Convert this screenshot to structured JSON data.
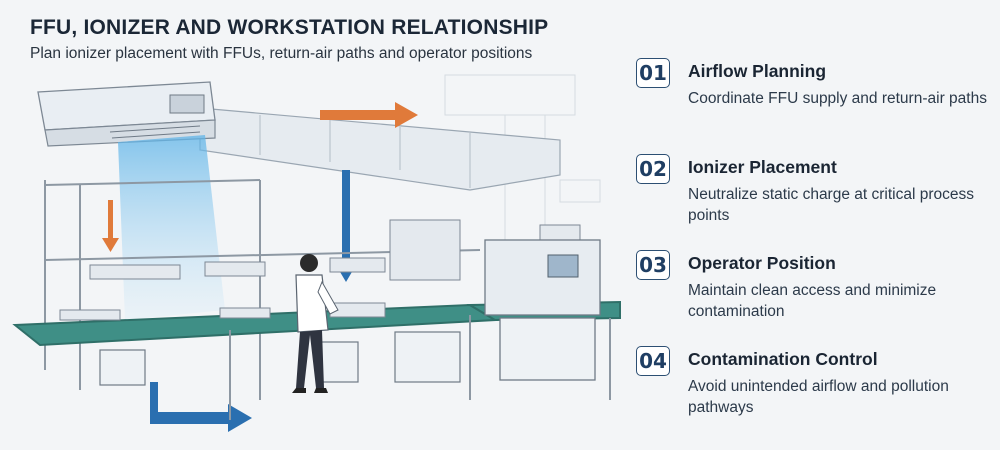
{
  "header": {
    "title": "FFU, IONIZER AND WORKSTATION RELATIONSHIP",
    "subtitle": "Plan ionizer placement with FFUs, return-air paths and operator positions"
  },
  "steps": [
    {
      "number": "01",
      "title": "Airflow Planning",
      "description": "Coordinate FFU supply and return-air paths"
    },
    {
      "number": "02",
      "title": "Ionizer Placement",
      "description": "Neutralize static charge at critical process points"
    },
    {
      "number": "03",
      "title": "Operator Position",
      "description": "Maintain clean access and minimize contamination"
    },
    {
      "number": "04",
      "title": "Contamination Control",
      "description": "Avoid unintended airflow and pollution pathways"
    }
  ],
  "colors": {
    "accent_blue": "#2a6fb0",
    "accent_orange": "#e07a3a",
    "airflow_blue": "#7fc0ea",
    "bench_green": "#3f8f86"
  },
  "illustration": {
    "icons": [
      "ffu-unit-icon",
      "duct-icon",
      "airflow-arrow-icon",
      "return-air-arrow-icon",
      "workbench-icon",
      "operator-icon",
      "machine-icon"
    ]
  }
}
